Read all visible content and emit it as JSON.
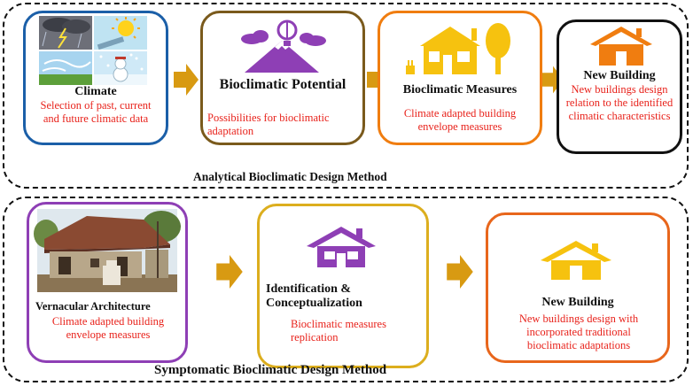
{
  "colors": {
    "arrow": "#d89a12",
    "climate_border": "#1b5fa8",
    "potential_border": "#7a5a1c",
    "measures_border": "#f07d10",
    "new_building_border": "#111111",
    "vernacular_border": "#8e3fb5",
    "identification_border": "#dcae1e",
    "new_building2_border": "#e8661c",
    "text_red": "#e8221b",
    "icon_purple": "#8e3fb5",
    "icon_yellow": "#f6c20f",
    "icon_orange": "#f07d10"
  },
  "analytical": {
    "label": "Analytical Bioclimatic Design Method",
    "climate": {
      "title": "Climate",
      "desc": "Selection of past, current and future climatic data"
    },
    "potential": {
      "title": "Bioclimatic Potential",
      "desc": "Possibilities for bioclimatic adaptation"
    },
    "measures": {
      "title": "Bioclimatic Measures",
      "desc": "Climate adapted building envelope measures"
    },
    "new_building": {
      "title": "New Building",
      "desc": "New buildings design relation to the identified climatic characteristics"
    }
  },
  "symptomatic": {
    "label": "Symptomatic Bioclimatic Design Method",
    "vernacular": {
      "title": "Vernacular Architecture",
      "desc": "Climate adapted building envelope measures"
    },
    "identification": {
      "title_line1": "Identification &",
      "title_line2": "Conceptualization",
      "desc": "Bioclimatic measures replication"
    },
    "new_building": {
      "title": "New Building",
      "desc": "New buildings design with incorporated traditional bioclimatic adaptations"
    }
  }
}
